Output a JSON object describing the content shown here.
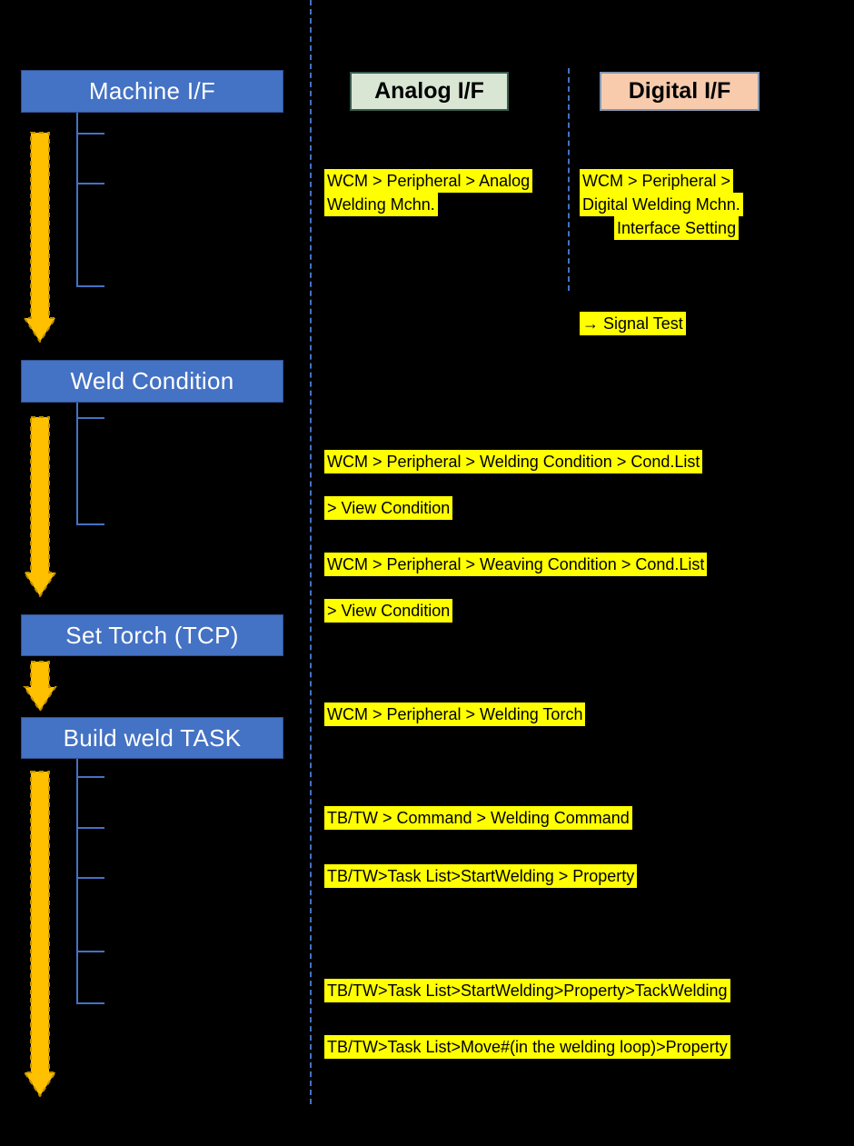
{
  "flow_boxes": [
    {
      "label": "Machine I/F"
    },
    {
      "label": "Weld Condition"
    },
    {
      "label": "Set Torch (TCP)"
    },
    {
      "label": "Build weld TASK"
    }
  ],
  "column_headers": {
    "analog": "Analog I/F",
    "digital": "Digital I/F"
  },
  "annotations": {
    "analog_machine": {
      "line1": "WCM > Peripheral > Analog",
      "line2": "Welding Mchn."
    },
    "digital_machine": {
      "line1": "WCM > Peripheral >",
      "line2": "Digital Welding Mchn.",
      "line3": "Interface Setting"
    },
    "signal_test": "→ Signal Test",
    "welding_condition": {
      "line1": "WCM > Peripheral > Welding Condition > Cond.List",
      "line2": "> View Condition"
    },
    "weaving_condition": {
      "line1": "WCM > Peripheral > Weaving Condition > Cond.List",
      "line2": "> View Condition"
    },
    "welding_torch": "WCM > Peripheral > Welding Torch",
    "welding_command": "TB/TW > Command > Welding Command",
    "start_welding_property": "TB/TW>Task List>StartWelding > Property",
    "tack_welding": "TB/TW>Task List>StartWelding>Property>TackWelding",
    "move_property": "TB/TW>Task List>Move#(in the welding loop)>Property"
  },
  "colors": {
    "background": "#000000",
    "flow_box_blue": "#4472C4",
    "flow_box_text": "#FFFFFF",
    "arrow_fill": "#FFC000",
    "arrow_outline": "#BF8F00",
    "analog_header_fill": "#D8E6D3",
    "analog_header_border": "#3A5A4E",
    "digital_header_fill": "#F8CBAD",
    "digital_header_border": "#8497B0",
    "highlight_yellow": "#FFFF00",
    "highlight_text": "#000000",
    "connector_blue": "#4472C4"
  }
}
